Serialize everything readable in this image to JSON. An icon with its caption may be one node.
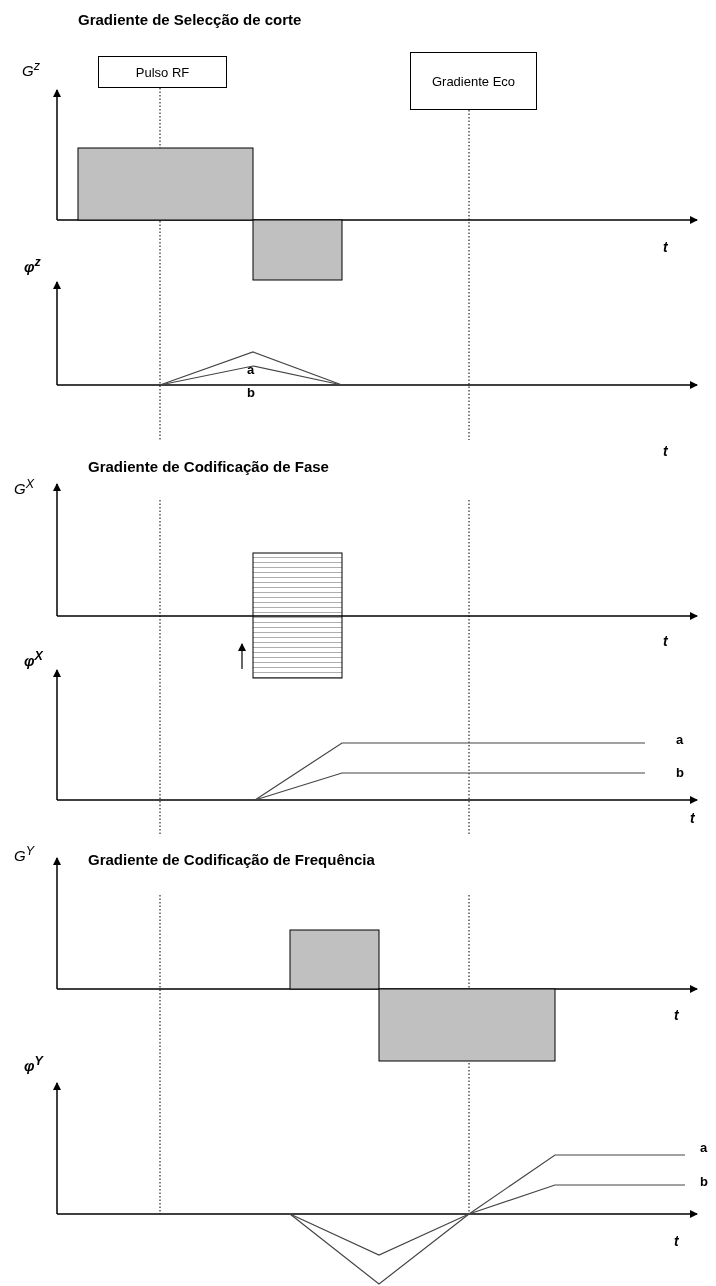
{
  "diagram": {
    "nodes": [
      {
        "text": [
          "Pulso RF"
        ]
      },
      {
        "text": [
          "Gradiente Eco"
        ]
      }
    ],
    "edges": [],
    "labels": [
      "Gradiente de Selecção de corte",
      "G$^{z}$",
      "t",
      "φ$^{z}$",
      "a",
      "b",
      "t",
      "Gradiente de Codificação de Fase",
      "G$^{X}$",
      "t",
      "φ$^{X}$",
      "a",
      "b",
      "t",
      "G$^{Y}$",
      "Gradiente de Codificação de Frequência",
      "t",
      "φ$^{Y}$",
      "a",
      "b",
      "t"
    ]
  }
}
